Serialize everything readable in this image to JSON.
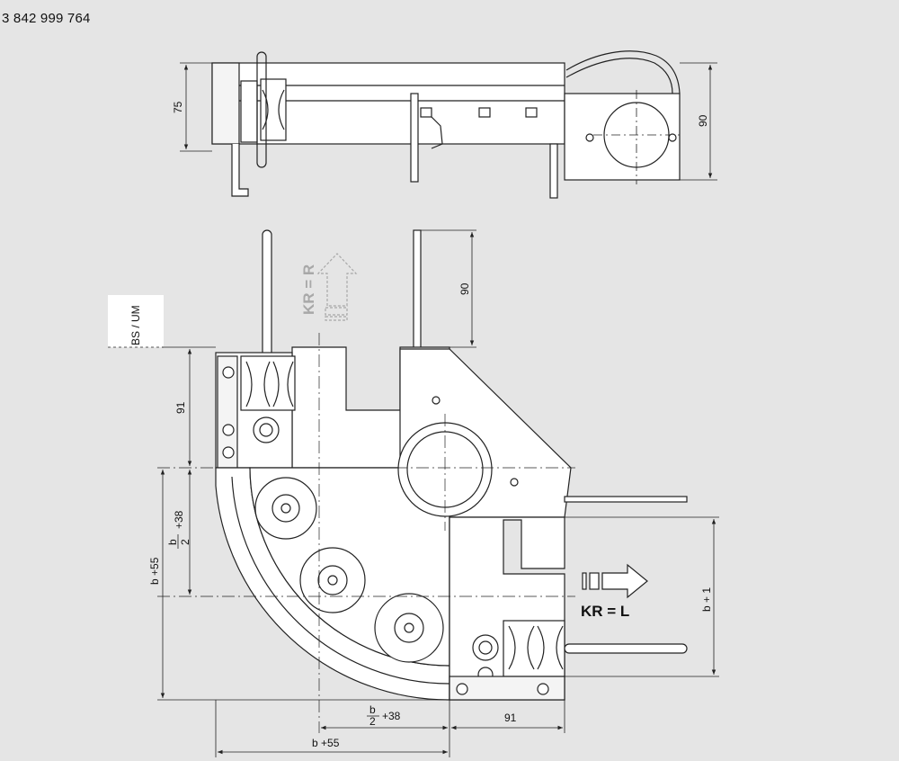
{
  "part_number": "3 842 999 764",
  "colors": {
    "background": "#e5e5e5",
    "line": "#222222",
    "part_fill": "#ffffff",
    "ghost": "#a8a8a8"
  },
  "labels": {
    "bs_um": "BS / UM",
    "kr_r": "KR = R",
    "kr_l": "KR = L"
  },
  "dimensions": {
    "top_height_left": "75",
    "top_height_right": "90",
    "stub_height": "90",
    "left_upper": "91",
    "left_half": "+38",
    "left_full": "b +55",
    "right_full": "b + 1",
    "bottom_half": "+38",
    "bottom_right": "91",
    "bottom_full": "b +55",
    "frac_num": "b",
    "frac_den": "2"
  }
}
